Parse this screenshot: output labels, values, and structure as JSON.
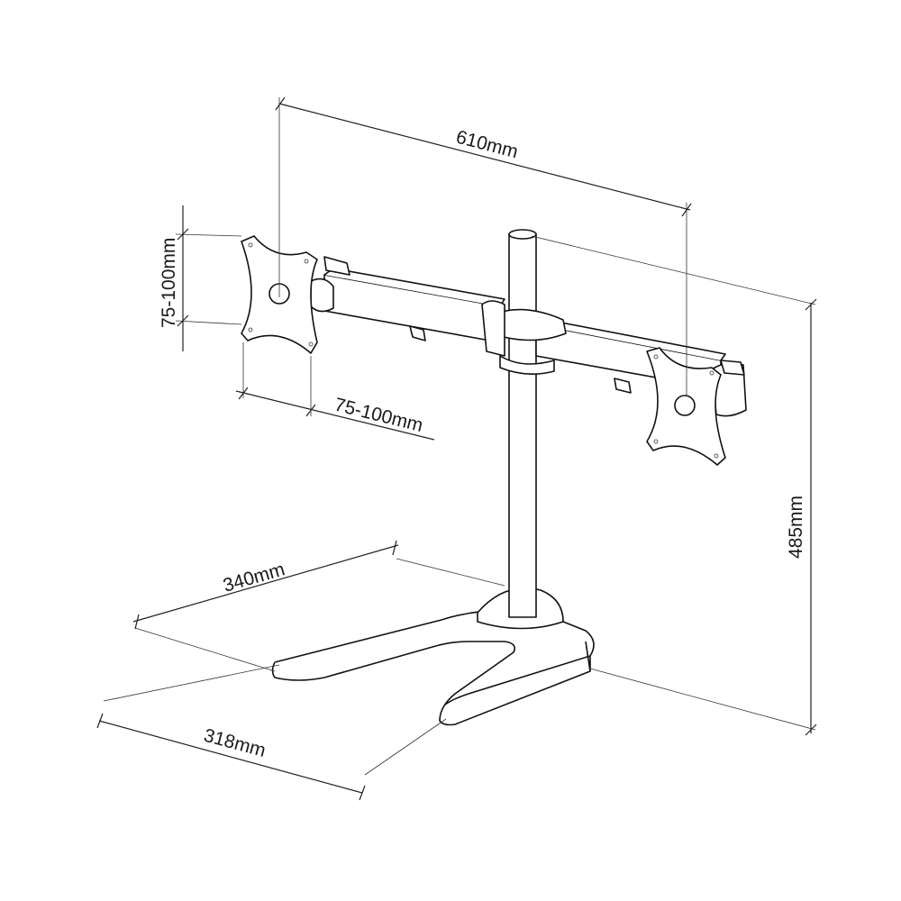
{
  "dimensions": {
    "arm_span": "610mm",
    "vesa_vertical": "75-100mm",
    "vesa_horizontal": "75-100mm",
    "height": "485mm",
    "base_depth": "340mm",
    "base_width": "318mm"
  },
  "colors": {
    "line": "#111111",
    "background": "#ffffff"
  }
}
